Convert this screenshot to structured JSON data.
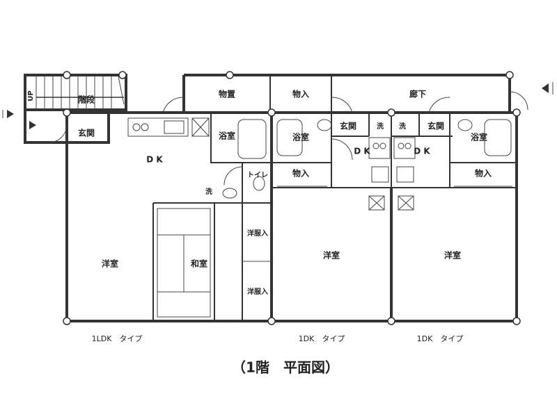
{
  "title": "（1階　平面図）",
  "units": [
    {
      "type_label": "1LDK　タイプ"
    },
    {
      "type_label": "1DK　タイプ"
    },
    {
      "type_label": "1DK　タイプ"
    }
  ],
  "rooms": {
    "stairs": "階段",
    "storage": "物置",
    "up": "UP",
    "corridor": "廊下",
    "u1_entrance": "玄関",
    "u1_dk": "D K",
    "u1_bath": "浴室",
    "u1_toilet": "トイレ",
    "u1_wash": "洗",
    "u1_western": "洋室",
    "u1_japanese": "和室",
    "u1_closet_a": "洋服入",
    "u1_closet_b": "洋服入",
    "u2_closet_top": "物入",
    "u2_bath": "浴室",
    "u2_entrance": "玄関",
    "u2_wash": "洗",
    "u2_dk": "D K",
    "u2_closet": "物入",
    "u2_western": "洋室",
    "u3_wash": "洗",
    "u3_entrance": "玄関",
    "u3_dk": "D K",
    "u3_bath": "浴室",
    "u3_closet": "物入",
    "u3_western": "洋室"
  }
}
